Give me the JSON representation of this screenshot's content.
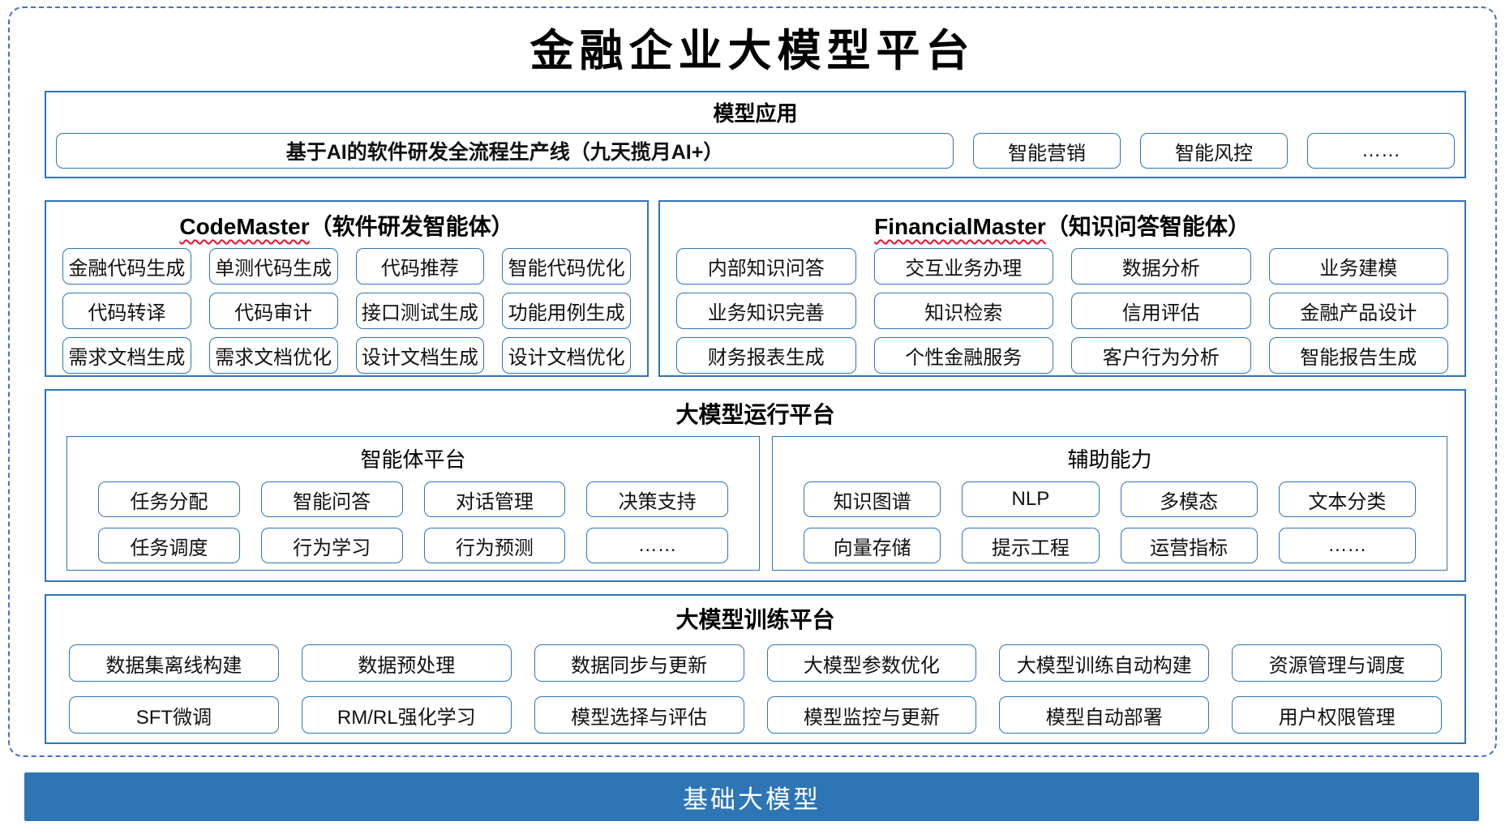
{
  "title": "金融企业大模型平台",
  "colors": {
    "section_border": "#2E75B6",
    "dashed_border": "#4472C4",
    "item_border": "#2E75B6",
    "bar_background": "#2E75B6",
    "bar_text": "#FFFFFF",
    "underline_red": "#E8112D"
  },
  "model_application": {
    "header": "模型应用",
    "pipeline_item": "基于AI的软件研发全流程生产线（九天揽月AI+）",
    "items": [
      "智能营销",
      "智能风控",
      "……"
    ]
  },
  "code_master": {
    "name": "CodeMaster",
    "subtitle": "（软件研发智能体）",
    "items": [
      "金融代码生成",
      "单测代码生成",
      "代码推荐",
      "智能代码优化",
      "代码转译",
      "代码审计",
      "接口测试生成",
      "功能用例生成",
      "需求文档生成",
      "需求文档优化",
      "设计文档生成",
      "设计文档优化"
    ]
  },
  "financial_master": {
    "name": "FinancialMaster",
    "subtitle": "（知识问答智能体）",
    "items": [
      "内部知识问答",
      "交互业务办理",
      "数据分析",
      "业务建模",
      "业务知识完善",
      "知识检索",
      "信用评估",
      "金融产品设计",
      "财务报表生成",
      "个性金融服务",
      "客户行为分析",
      "智能报告生成"
    ]
  },
  "runtime_platform": {
    "header": "大模型运行平台",
    "agent_platform": {
      "header": "智能体平台",
      "items": [
        "任务分配",
        "智能问答",
        "对话管理",
        "决策支持",
        "任务调度",
        "行为学习",
        "行为预测",
        "……"
      ]
    },
    "auxiliary": {
      "header": "辅助能力",
      "items": [
        "知识图谱",
        "NLP",
        "多模态",
        "文本分类",
        "向量存储",
        "提示工程",
        "运营指标",
        "……"
      ]
    }
  },
  "training_platform": {
    "header": "大模型训练平台",
    "items": [
      "数据集离线构建",
      "数据预处理",
      "数据同步与更新",
      "大模型参数优化",
      "大模型训练自动构建",
      "资源管理与调度",
      "SFT微调",
      "RM/RL强化学习",
      "模型选择与评估",
      "模型监控与更新",
      "模型自动部署",
      "用户权限管理"
    ]
  },
  "foundation_bar": {
    "label": "基础大模型"
  }
}
